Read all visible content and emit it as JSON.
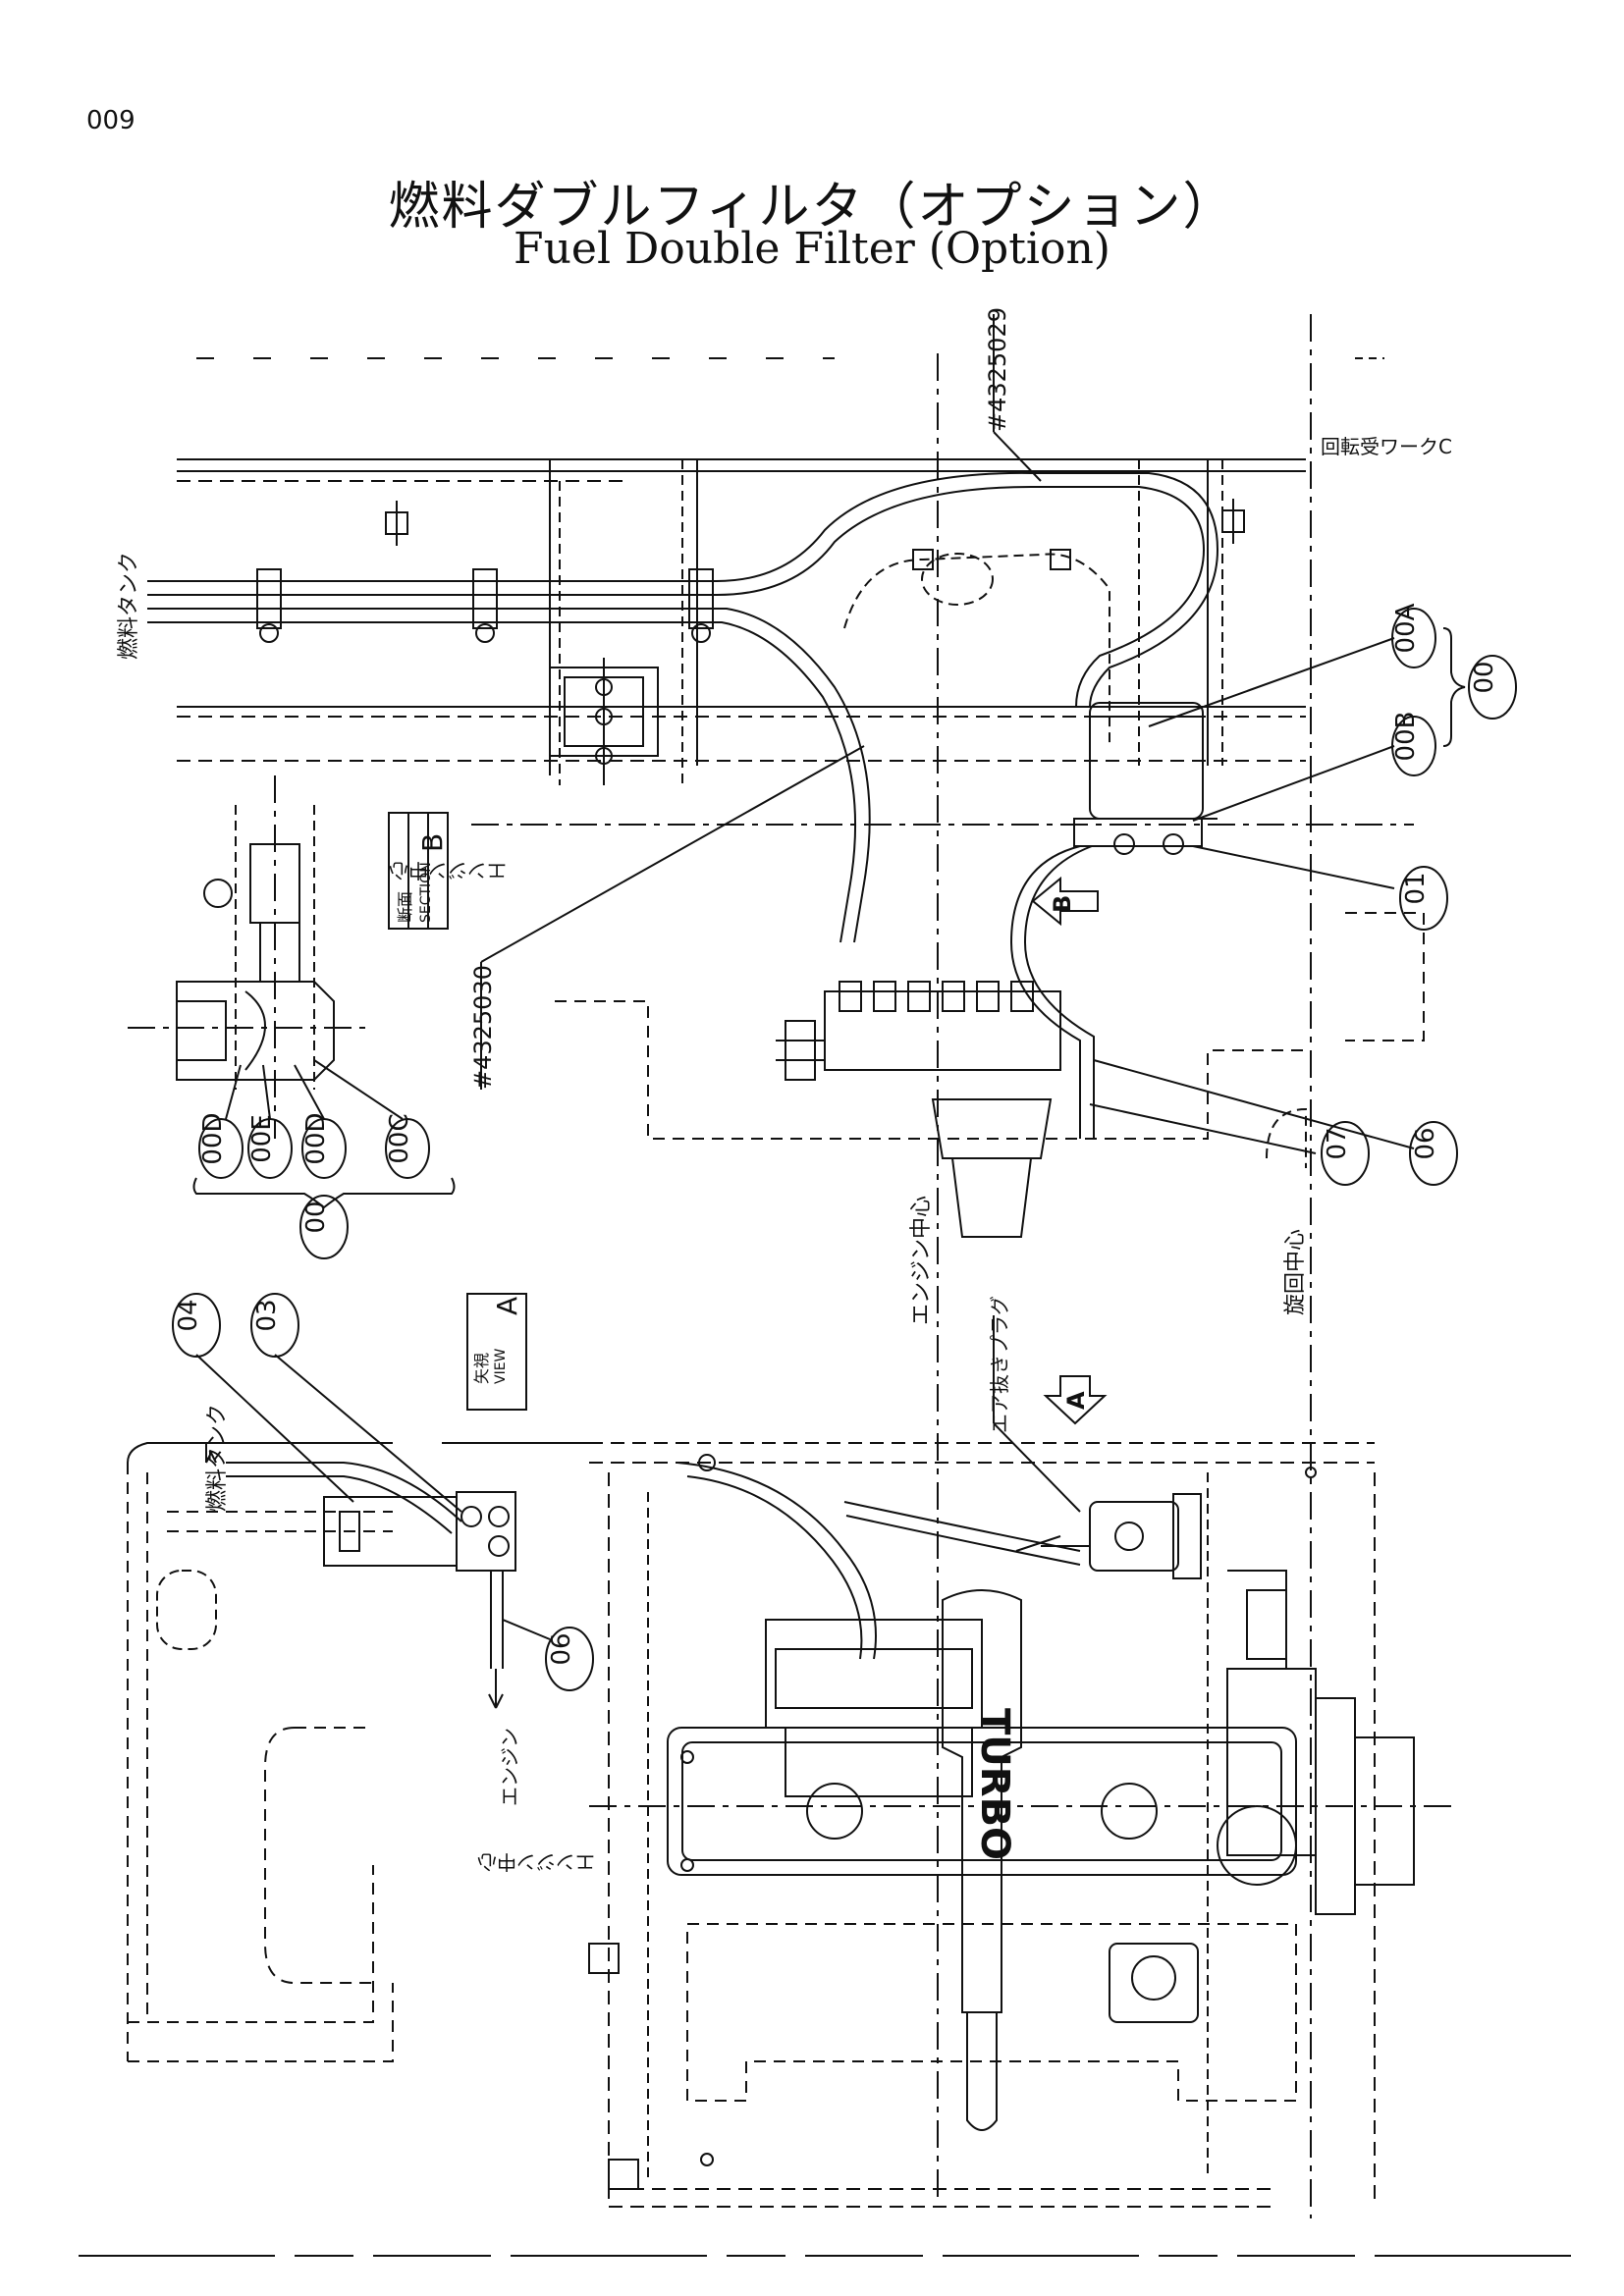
{
  "page_number": "009",
  "title_jp": "燃料ダブルフィルタ（オプション）",
  "title_en": "Fuel Double Filter (Option)",
  "part_numbers": {
    "hose_upper": "#4325029",
    "hose_lower": "#4325030"
  },
  "labels": {
    "fuel_tank_upper": "燃料タンク",
    "fuel_tank_lower": "燃料タンク",
    "engine_arrow": "エンジン",
    "engine_center": "エンジン中心",
    "engine_center_b": "エンジン中心",
    "swing_center": "旋回中心",
    "air_vent_plug": "エア抜きプラグ",
    "frame_label": "回転受ワークC",
    "turbo": "TURBO",
    "section_b_jp": "断面",
    "section_b_en": "SECTION",
    "section_b_letter": "B",
    "view_a_jp": "矢視",
    "view_a_en": "VIEW",
    "view_a_letter": "A",
    "arrow_b": "B",
    "arrow_a": "A"
  },
  "callouts": [
    "00A",
    "00B",
    "00",
    "01",
    "06",
    "07",
    "00D",
    "00E",
    "00D",
    "00C",
    "00",
    "04",
    "03",
    "06"
  ]
}
